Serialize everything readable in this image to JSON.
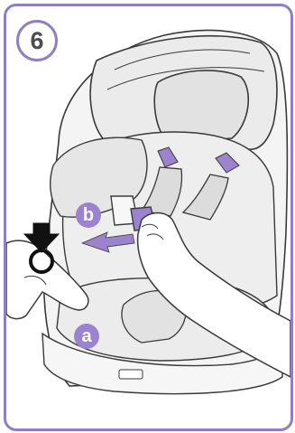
{
  "step": {
    "number": "6"
  },
  "callouts": {
    "a": "a",
    "b": "b"
  },
  "colors": {
    "frame": "#8f7fc6",
    "accent": "#9b84cd",
    "line": "#3a3a3a",
    "fabric": "#eeeeee",
    "skin": "#ffffff"
  },
  "icons": [
    "push-down-arrow-icon",
    "pull-direction-arrow-icon"
  ]
}
